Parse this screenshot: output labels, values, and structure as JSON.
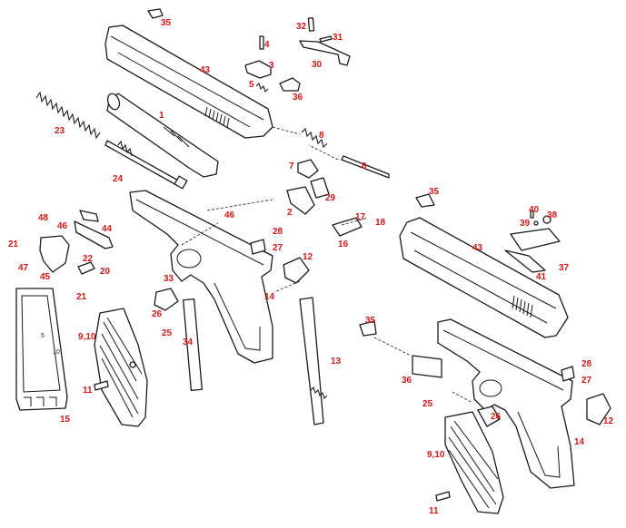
{
  "labels": {
    "l1": "1",
    "l3": "3",
    "l4": "4",
    "l5": "5",
    "l6": "6",
    "l7": "7",
    "l8": "8",
    "l2": "2",
    "l12a": "12",
    "l12b": "12",
    "l13": "13",
    "l14a": "14",
    "l14b": "14",
    "l15": "15",
    "l16": "16",
    "l17": "17",
    "l18": "18",
    "l20": "20",
    "l21a": "21",
    "l21b": "21",
    "l22": "22",
    "l23": "23",
    "l24": "24",
    "l25a": "25",
    "l25b": "25",
    "l26a": "26",
    "l26b": "26",
    "l27a": "27",
    "l27b": "27",
    "l28a": "28",
    "l28b": "28",
    "l29": "29",
    "l30": "30",
    "l31": "31",
    "l32": "32",
    "l33": "33",
    "l34": "34",
    "l35a": "35",
    "l35b": "35",
    "l35c": "35",
    "l36a": "36",
    "l36b": "36",
    "l37": "37",
    "l38": "38",
    "l39": "39",
    "l40": "40",
    "l41": "41",
    "l43a": "43",
    "l43b": "43",
    "l44": "44",
    "l45": "45",
    "l46a": "46",
    "l46b": "46",
    "l47": "47",
    "l48": "48",
    "l910a": "9,10",
    "l910b": "9,10",
    "l11a": "11",
    "l11b": "11"
  },
  "magazine_marks": {
    "m5": "5",
    "m10": "10"
  },
  "colors": {
    "label": "#d11919",
    "line": "#1a1a1a",
    "background": "#ffffff"
  }
}
